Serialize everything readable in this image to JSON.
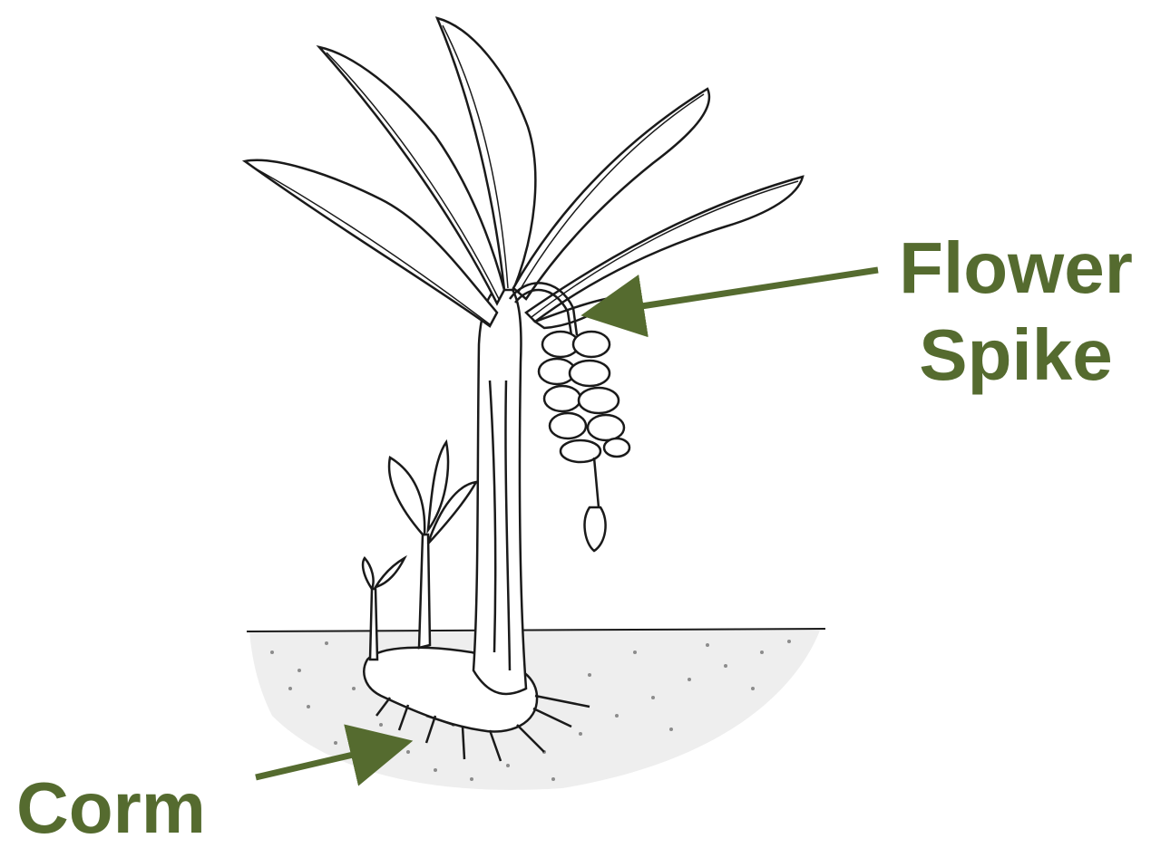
{
  "labels": {
    "flower_spike_line1": "Flower",
    "flower_spike_line2": "Spike",
    "corm": "Corm"
  },
  "colors": {
    "label": "#556b2f",
    "ink": "#1a1a1a",
    "soil": "#9a9a9a"
  },
  "illustration": "banana-plant"
}
